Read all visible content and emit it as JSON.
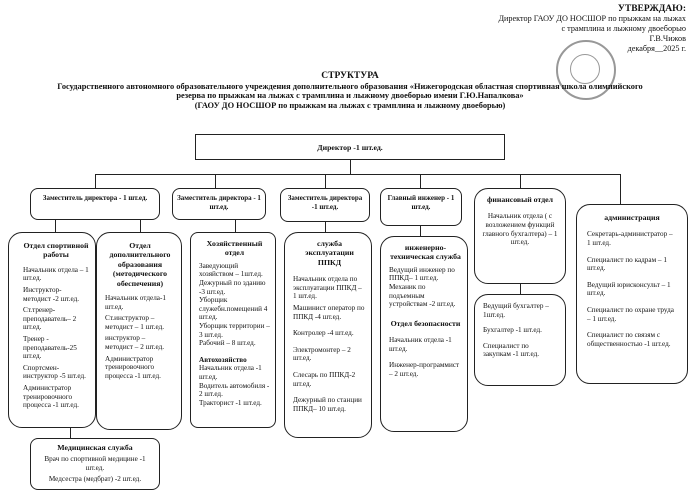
{
  "approve": {
    "heading": "УТВЕРЖДАЮ:",
    "line1": "Директор ГАОУ ДО НОСШОР по прыжкам на лыжах",
    "line2": "с трамплина и лыжному двоеборью",
    "line3": "Г.В.Чижов",
    "line4": "декабря__2025 г."
  },
  "title": {
    "main": "СТРУКТУРА",
    "line1": "Государственного автономного образовательного учреждения дополнительного образования «Нижегородская областная спортивная школа олимпийского",
    "line2": "резерва по прыжкам на лыжах с трамплина и лыжному двоеборью имени Г.Ю.Напалкова»",
    "line3": "(ГАОУ ДО НОСШОР по прыжкам на лыжах с трамплина и лыжному двоеборью)"
  },
  "director": "Директор -1 шт.ед.",
  "deputies": [
    "Заместитель директора - 1 шт.ед.",
    "Заместитель директора - 1 шт.ед.",
    "Заместитель директора -1 шт.ед.",
    "Главный инженер - 1 шт.ед."
  ],
  "finance": {
    "title": "финансовый отдел",
    "lines": [
      "Начальник отдела ( с возложением функций главного бухгалтера) – 1 шт.ед."
    ],
    "staff": [
      "Ведущий бухгалтер – 1шт.ед.",
      "Бухгалтер -1 шт.ед.",
      "Специалист по закупкам -1 шт.ед."
    ]
  },
  "admin": {
    "title": "администрация",
    "lines": [
      "Секретарь-администратор – 1 шт.ед.",
      "Специалист по кадрам – 1 шт.ед.",
      "Ведущий юрисконсульт – 1 шт.ед.",
      "Специалист по охране труда – 1 шт.ед.",
      "Специалист по связям с общественностью -1 шт.ед."
    ]
  },
  "sport": {
    "title": "Отдел спортивной работы",
    "lines": [
      "Начальник отдела – 1 шт.ед.",
      "Инструктор-методист -2 шт.ед.",
      "Ст.тренер-преподаватель– 2 шт.ед.",
      "Тренер - преподаватель-25 шт.ед.",
      "Спортсмен-инструктор -5 шт.ед.",
      "Администратор тренировочного процесса -1 шт.ед."
    ]
  },
  "method": {
    "title": "Отдел дополнительного образования (методического обеспечения)",
    "lines": [
      "Начальник отдела-1 шт.ед.",
      "Ст.инструктор – методист – 1 шт.ед.",
      "инструктор – методист – 2 шт.ед.",
      "Администратор тренировочного процесса -1 шт.ед."
    ]
  },
  "econ": {
    "title": "Хозяйственный отдел",
    "lines": [
      "Заведующий хозяйством – 1шт.ед.",
      "Дежурный по зданию -3 шт.ед.",
      "Уборщик служебн.помещений 4 шт.ед.",
      "Уборщик территории – 3 шт.ед.",
      "Рабочий – 8 шт.ед."
    ],
    "sub": "Автохозяйство",
    "sublines": [
      "Начальник отдела -1 шт.ед.",
      "Водитель автомобиля - 2 шт.ед.",
      "Тракторист -1 шт.ед."
    ]
  },
  "ppkd": {
    "title": "служба эксплуатации ППКД",
    "lines": [
      "Начальник отдела по эксплуатации ППКД – 1 шт.ед.",
      "Машинист оператор по ППКД -4 шт.ед.",
      "Контролер -4 шт.ед.",
      "Электромонтер – 2 шт.ед.",
      "Слесарь по ППКД-2 шт.ед.",
      "Дежурный по станции ППКД– 10 шт.ед."
    ]
  },
  "engineer": {
    "title": "инженерно-техническая служба",
    "lines": [
      "Ведущий инженер по ППКД– 1 шт.ед.",
      "Механик по подъемным устройствам -2 шт.ед."
    ],
    "sub": "Отдел безопасности",
    "sublines": [
      "Начальник отдела -1 шт.ед.",
      "Инженер-программист – 2 шт.ед."
    ]
  },
  "medical": {
    "title": "Медицинская служба",
    "lines": [
      "Врач по спортивной медицине -1 шт.ед.",
      "Медсестра (медбрат) -2 шт.ед."
    ]
  }
}
